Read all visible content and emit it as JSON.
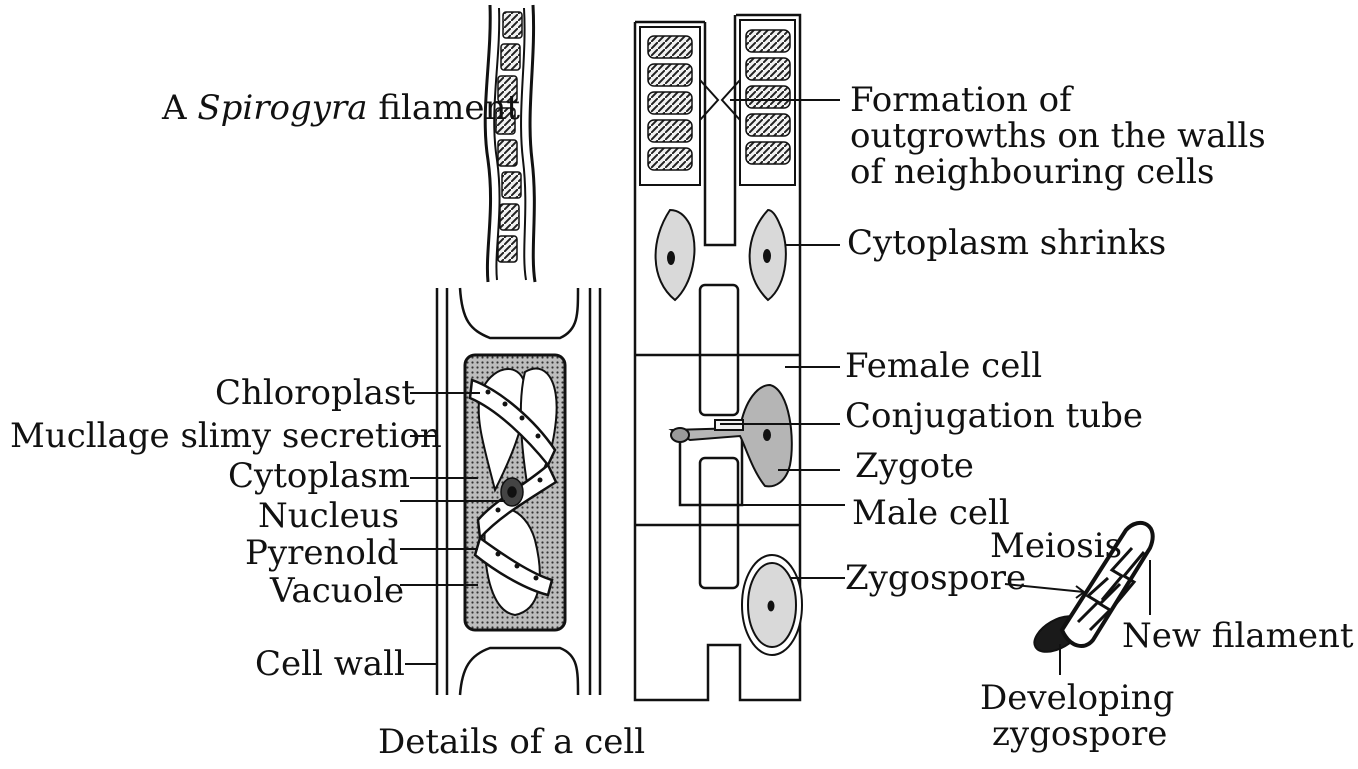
{
  "labels": {
    "filament_prefix": "A",
    "filament_genus": "Spirogyra",
    "filament_suffix": "filament",
    "outgrowths_line1": "Formation of",
    "outgrowths_line2": "outgrowths on the walls",
    "outgrowths_line3": "of neighbouring cells",
    "cytoplasm_shrinks": "Cytoplasm shrinks",
    "female_cell": "Female cell",
    "conjugation_tube": "Conjugation tube",
    "zygote": "Zygote",
    "male_cell": "Male cell",
    "meiosis": "Meiosis",
    "zygospore": "Zygospore",
    "new_filament": "New filament",
    "developing_line1": "Developing",
    "developing_line2": "zygospore",
    "chloroplast": "Chloroplast",
    "mucilage": "Mucllage slimy secretion",
    "cytoplasm": "Cytoplasm",
    "nucleus": "Nucleus",
    "pyrenoid": "Pyrenold",
    "vacuole": "Vacuole",
    "cell_wall": "Cell wall",
    "details_caption": "Details of a cell"
  },
  "colors": {
    "ink": "#111111",
    "cell_fill": "#e6e6e6",
    "cytoplasm_fill": "#c4c4c4",
    "dark_fill": "#2a2a2a"
  }
}
